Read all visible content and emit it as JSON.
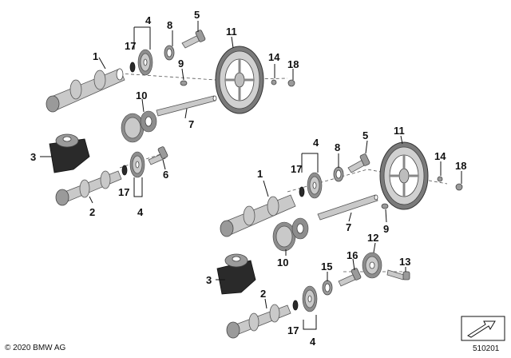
{
  "copyright": "© 2020 BMW AG",
  "diagram_number": "510201",
  "callouts": {
    "top": {
      "n1": "1",
      "n2": "2",
      "n3": "3",
      "n4a": "4",
      "n4b": "4",
      "n5": "5",
      "n6": "6",
      "n7": "7",
      "n8": "8",
      "n9": "9",
      "n10": "10",
      "n11": "11",
      "n14": "14",
      "n17a": "17",
      "n17b": "17",
      "n18": "18"
    },
    "bottom": {
      "n1": "1",
      "n2": "2",
      "n3": "3",
      "n4a": "4",
      "n4b": "4",
      "n5": "5",
      "n7": "7",
      "n8": "8",
      "n9": "9",
      "n10": "10",
      "n11": "11",
      "n12": "12",
      "n13": "13",
      "n14": "14",
      "n15": "15",
      "n16": "16",
      "n17a": "17",
      "n17b": "17",
      "n18": "18"
    }
  }
}
